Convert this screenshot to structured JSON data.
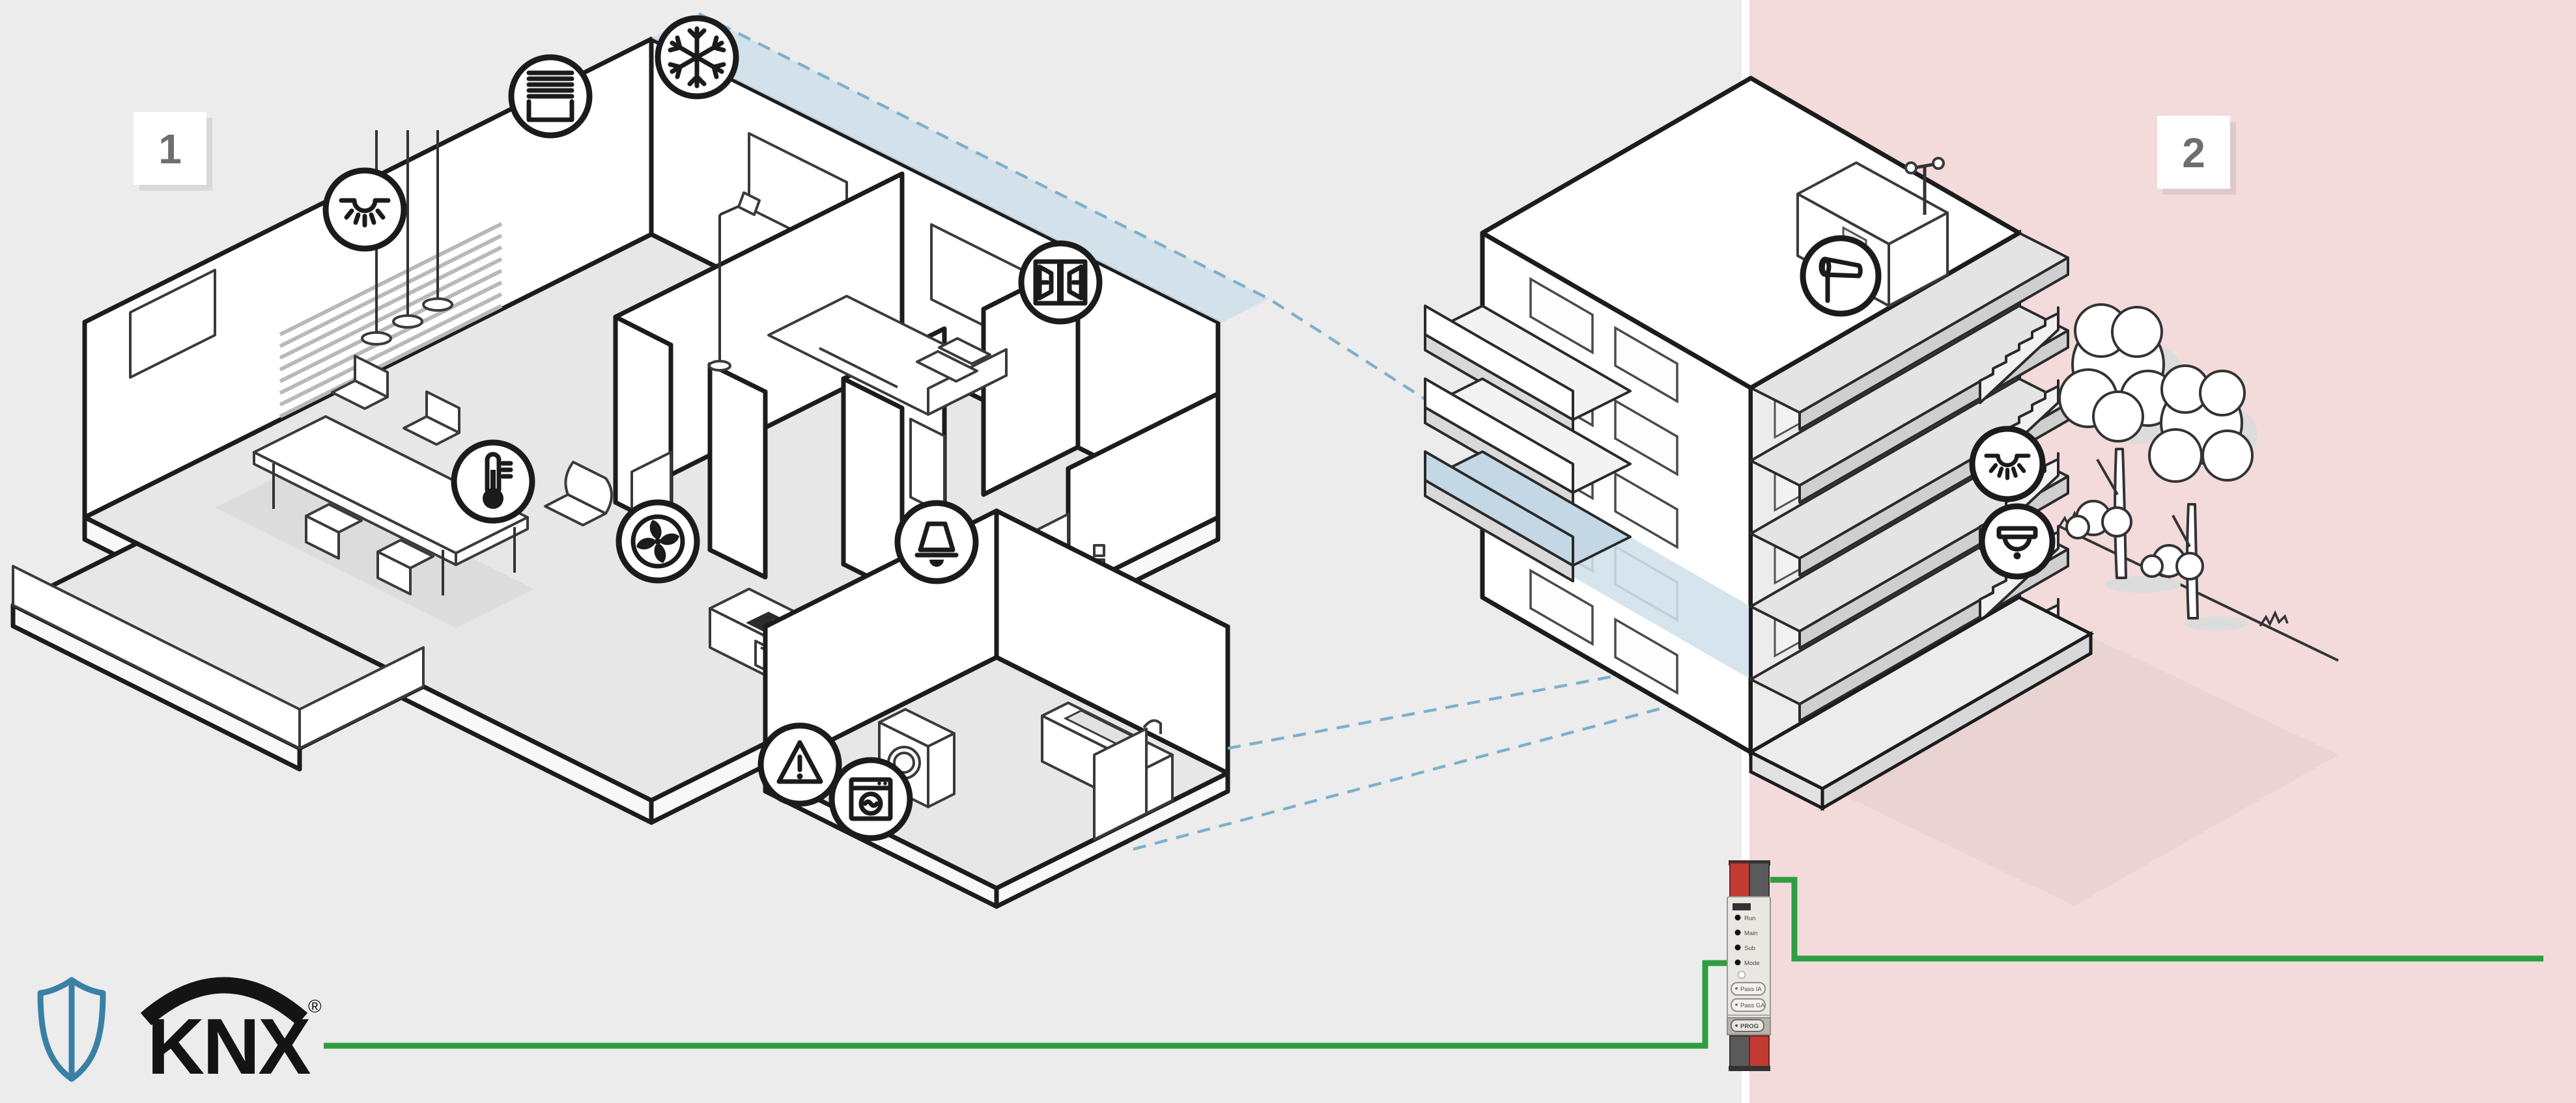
{
  "sections": {
    "left_label": "1",
    "right_label": "2"
  },
  "brand": {
    "wordmark": "KNX",
    "registered_mark": "®",
    "shield_icon": "knx-secure-shield-icon"
  },
  "device": {
    "name": "knx-line-coupler",
    "leds": [
      "Run",
      "Main",
      "Sub",
      "Mode"
    ],
    "buttons": [
      "Pass IA",
      "Pass GA"
    ],
    "prog_button": "PROG"
  },
  "apartment_icons": [
    "shutter-blinds-icon",
    "cooling-snowflake-icon",
    "ceiling-light-icon",
    "open-window-icon",
    "thermometer-icon",
    "ventilation-fan-icon",
    "doorbell-icon",
    "alarm-warning-icon",
    "washing-machine-icon"
  ],
  "building_icons": [
    "windsock-weather-icon",
    "ceiling-light-icon",
    "presence-detector-icon"
  ],
  "colors": {
    "background_left": "#ececec",
    "background_right": "#f3dbdb",
    "divider": "#ffffff",
    "bus_green": "#2f9e41",
    "shield_blue": "#3a80a5",
    "highlight_blue": "#cfe0ea",
    "dashed_blue": "#7fb0cb",
    "outline": "#1c1c1c",
    "label_text": "#6e6e6e"
  }
}
